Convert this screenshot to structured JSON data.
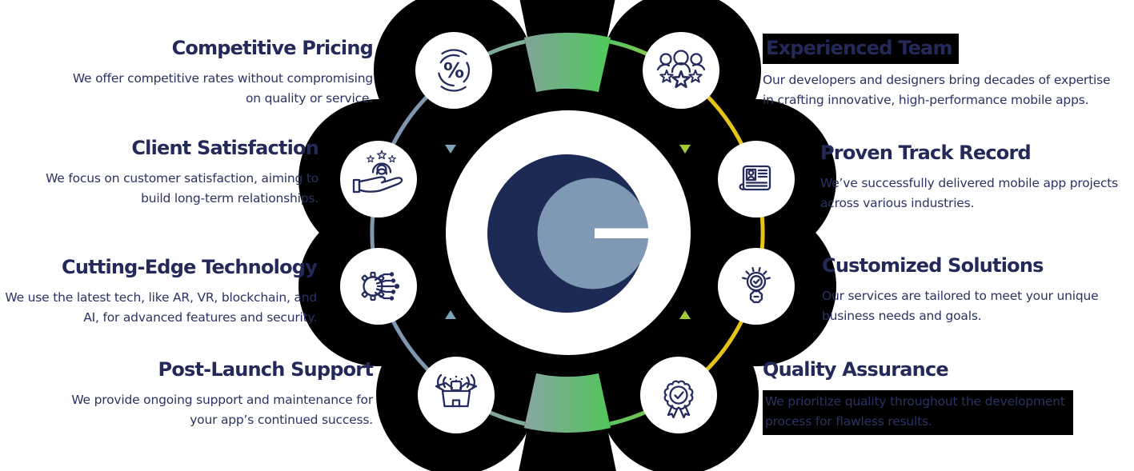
{
  "features": {
    "left": [
      {
        "icon": "percent-target-icon",
        "title": "Competitive Pricing",
        "line1": "We offer competitive rates without compromising",
        "line2": "on quality or service."
      },
      {
        "icon": "hand-customer-stars-icon",
        "title": "Client Satisfaction",
        "line1": "We focus on customer satisfaction, aiming to",
        "line2": "build long-term relationships."
      },
      {
        "icon": "gear-circuit-icon",
        "title": "Cutting-Edge Technology",
        "line1": "We use the latest tech, like AR, VR, blockchain, and",
        "line2": "AI, for advanced features and security."
      },
      {
        "icon": "launch-box-icon",
        "title": "Post-Launch Support",
        "line1": "We provide ongoing support and maintenance for",
        "line2": "your app’s continued success."
      }
    ],
    "right": [
      {
        "icon": "team-stars-icon",
        "title": "Experienced Team",
        "title_highlighted": true,
        "line1": "Our developers and designers bring decades of expertise",
        "line2": "in crafting innovative, high-performance mobile apps."
      },
      {
        "icon": "scroll-profile-icon",
        "title": "Proven Track Record",
        "line1": "We’ve successfully delivered mobile app projects",
        "line2": "across various industries."
      },
      {
        "icon": "bulb-gear-icon",
        "title": "Customized Solutions",
        "line1": "Our services are tailored to meet your unique",
        "line2": "business needs and goals."
      },
      {
        "icon": "award-badge-icon",
        "title": "Quality Assurance",
        "desc_highlighted": true,
        "line1": "We prioritize quality throughout the development",
        "line2": "process for flawless results."
      }
    ]
  },
  "center_logo": {
    "name": "crescent-gauge-logo"
  },
  "colors": {
    "navy": "#242c5e",
    "deepnavy": "#1d2a55",
    "steel": "#7f99b4",
    "title": "#232a5a",
    "body": "#2c3263",
    "lime": "#a3cb39",
    "steeltri": "#7ca3b8",
    "yellow": "#e6c319",
    "green": "#52c75e",
    "sage": "#7da795",
    "arc_steel": "#8097b0",
    "shadow_black": "#000000"
  }
}
